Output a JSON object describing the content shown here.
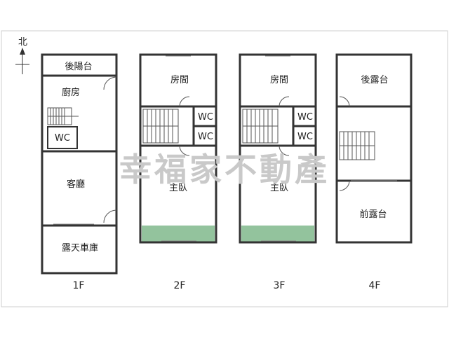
{
  "compass": {
    "label": "北"
  },
  "watermark": "幸福家不動產",
  "floors": [
    {
      "label": "1F",
      "rooms": [
        "後陽台",
        "廚房",
        "WC",
        "客廳",
        "露天車庫"
      ]
    },
    {
      "label": "2F",
      "rooms": [
        "房間",
        "WC",
        "WC",
        "主臥"
      ]
    },
    {
      "label": "3F",
      "rooms": [
        "房間",
        "WC",
        "WC",
        "主臥"
      ]
    },
    {
      "label": "4F",
      "rooms": [
        "後露台",
        "前露台"
      ]
    }
  ],
  "colors": {
    "wall": "#333333",
    "balcony": "#93c39d",
    "frame": "#cfcfcf",
    "watermark": "#c9c9c9"
  }
}
